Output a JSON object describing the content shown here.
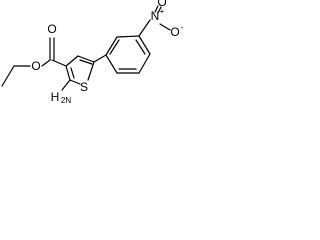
{
  "molecule": {
    "labels": {
      "carbonyl_oxygen": "O",
      "ester_oxygen": "O",
      "thiophene_sulfur": "S",
      "amino_nitrogen": "H",
      "amino_hydrogens": "2N",
      "nitro_nitrogen": "N",
      "nitro_nitrogen_charge": "+",
      "nitro_oxygen": "O",
      "nitro_oxygen_charge": "-",
      "nitro_oxygen_2": "O"
    }
  },
  "colors": {
    "bond": "#000000",
    "text": "#000000",
    "background": "#ffffff"
  }
}
